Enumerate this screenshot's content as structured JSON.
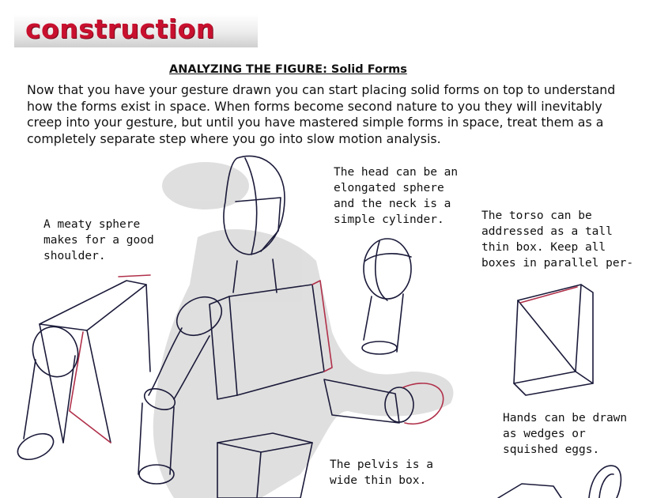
{
  "header": {
    "title": "CONSTRUCTION"
  },
  "section": {
    "title": "ANALYZING THE FIGURE: Solid Forms"
  },
  "intro": {
    "text": "Now that you have your gesture drawn you can start placing solid forms on top to understand\nhow the forms exist in space.  When forms become second nature to you they will inevitably\ncreep into your gesture, but until you have mastered simple forms in space, treat them as a\ncompletely separate step where you go into slow motion analysis."
  },
  "callouts": {
    "shoulder": "A meaty sphere\nmakes for a good\nshoulder.",
    "head": "The head can be an\nelongated sphere\nand the neck is a\nsimple cylinder.",
    "torso": "The torso can be\naddressed as a tall\nthin box.  Keep all\nboxes in parallel per-",
    "hands": "Hands can be drawn\nas wedges or\nsquished eggs.",
    "pelvis": "The pelvis is a\nwide thin box."
  },
  "colors": {
    "banner_red": "#c8102e",
    "ink": "#1a1a3a",
    "red_ink": "#b0304a",
    "smudge": "#d4d4d4"
  }
}
